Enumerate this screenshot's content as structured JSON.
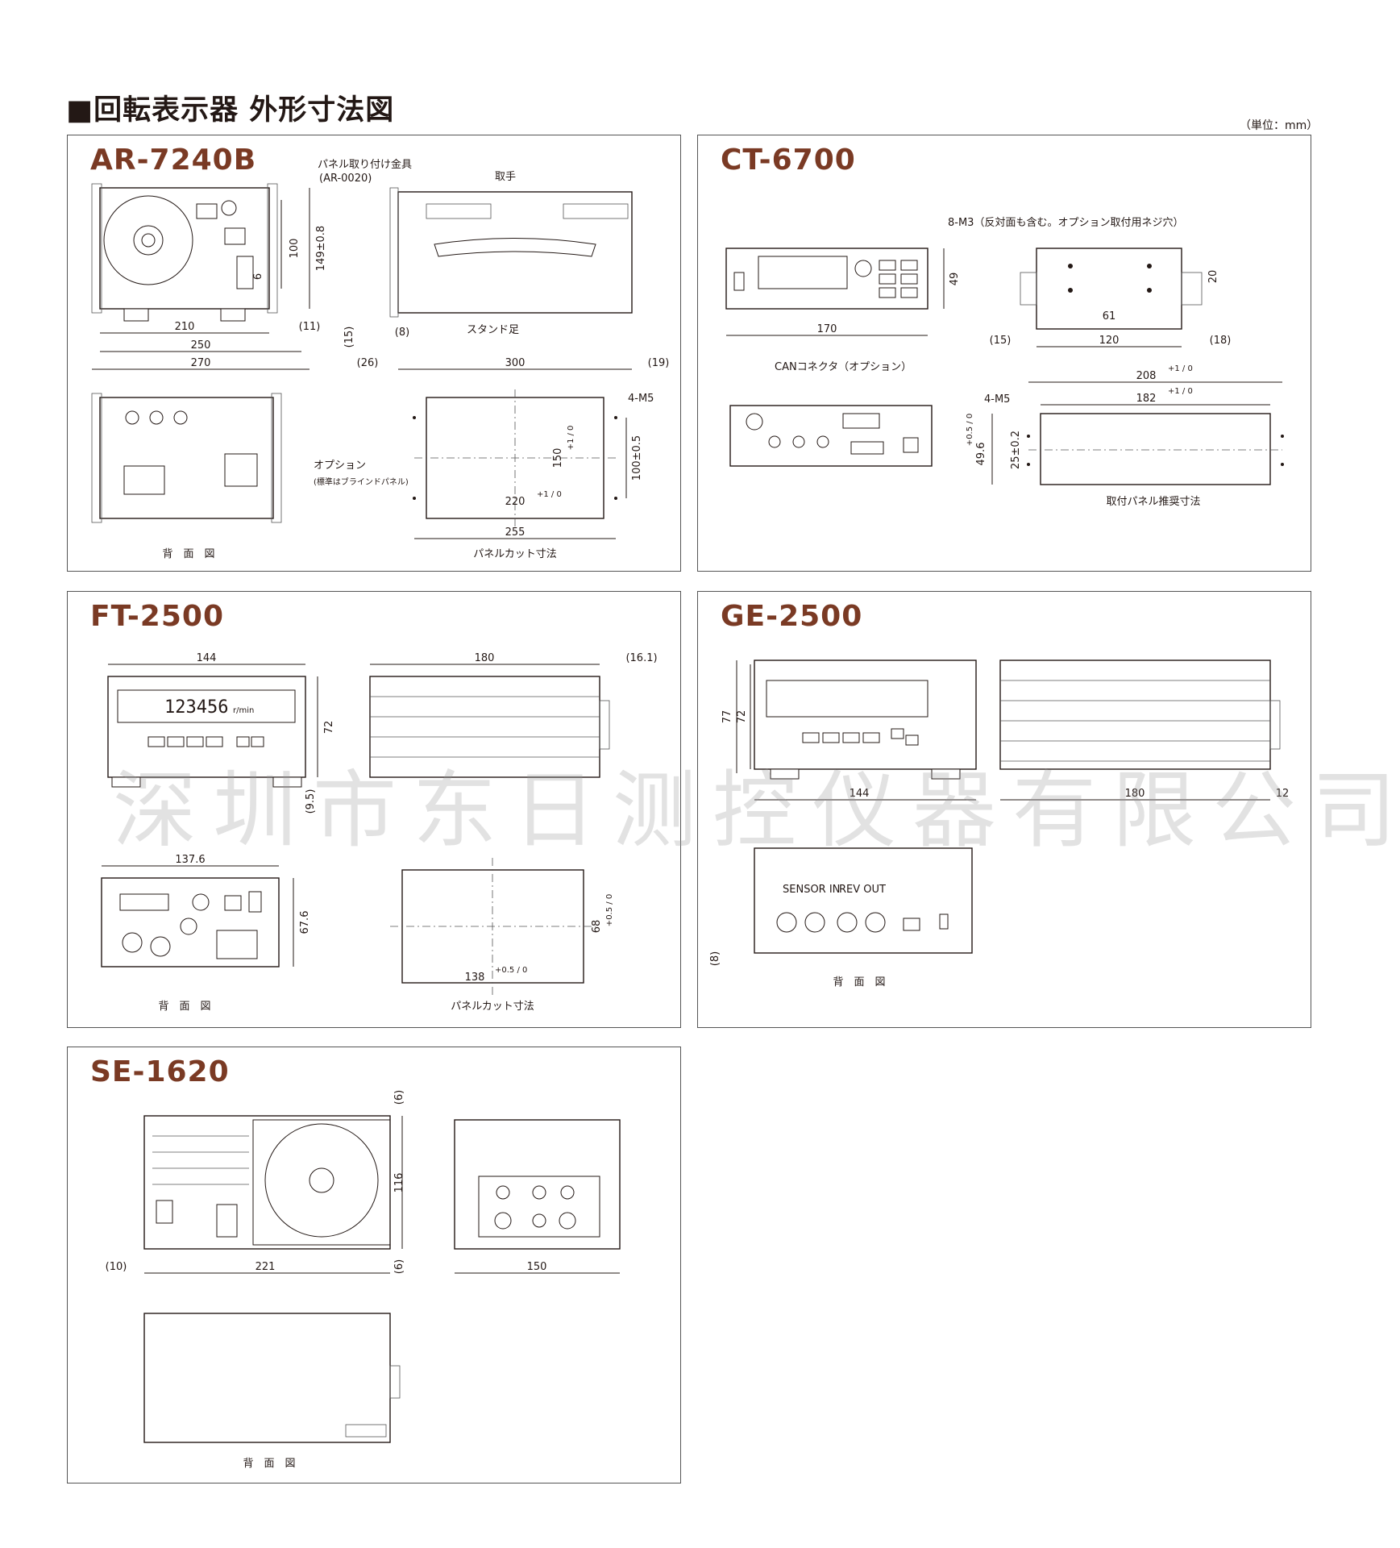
{
  "page": {
    "title": "■回転表示器 外形寸法図",
    "unit_note": "（単位：mm）",
    "watermark": "深圳市东日测控仪器有限公司"
  },
  "panels": {
    "ar7240b": {
      "title": "AR-7240B",
      "labels": {
        "bracket": "パネル取り付け金具",
        "bracket_code": "(AR-0020)",
        "handle": "取手",
        "stand": "スタンド足",
        "rear_view": "背　面　図",
        "option": "オプション",
        "option_note": "(標準はブラインドパネル)",
        "panel_cut": "パネルカット寸法",
        "holes": "4-M5"
      },
      "dims": {
        "w210": "210",
        "w11": "(11)",
        "w250": "250",
        "w270": "270",
        "h100": "100",
        "h149": "149±0.8",
        "h6": "6",
        "h15": "(15)",
        "d8": "(8)",
        "d26": "(26)",
        "d300": "300",
        "d19": "(19)",
        "cut_w255": "255",
        "cut_w220": "220",
        "cut_w220_tol": "+1 / 0",
        "cut_h150": "150",
        "cut_h150_tol": "+1 / 0",
        "cut_h100": "100±0.5"
      }
    },
    "ct6700": {
      "title": "CT-6700",
      "labels": {
        "holes_note": "8-M3（反対面も含む。オプション取付用ネジ穴）",
        "can": "CANコネクタ（オプション）",
        "holes": "4-M5",
        "panel_cut": "取付パネル推奨寸法"
      },
      "dims": {
        "w170": "170",
        "h49": "49",
        "d61": "61",
        "h20": "20",
        "d15": "(15)",
        "d120": "120",
        "d18": "(18)",
        "w208": "208",
        "w208_tol": "+1 / 0",
        "w182": "182",
        "w182_tol": "+1 / 0",
        "h25": "25±0.2",
        "h49_6": "49.6",
        "h49_6_tol": "+0.5 / 0"
      }
    },
    "ft2500": {
      "title": "FT-2500",
      "labels": {
        "display": "123456",
        "display_unit": "r/min",
        "rear_view": "背　面　図",
        "panel_cut": "パネルカット寸法"
      },
      "dims": {
        "w144": "144",
        "h72": "72",
        "d180": "180",
        "d16_1": "(16.1)",
        "h9_5": "(9.5)",
        "w137_6": "137.6",
        "h67_6": "67.6",
        "cut_h68": "68",
        "cut_h68_tol": "+0.5 / 0",
        "cut_w138": "138",
        "cut_w138_tol": "+0.5 / 0"
      }
    },
    "ge2500": {
      "title": "GE-2500",
      "labels": {
        "sensor_in": "SENSOR IN",
        "rev_out": "REV OUT",
        "rear_view": "背　面　図"
      },
      "dims": {
        "h77": "77",
        "h72": "72",
        "w144": "144",
        "d180": "180",
        "d12": "12",
        "h8": "(8)"
      }
    },
    "se1620": {
      "title": "SE-1620",
      "labels": {
        "rear_view": "背　面　図"
      },
      "dims": {
        "h6_top": "(6)",
        "h116": "116",
        "h6_bottom": "(6)",
        "w10": "(10)",
        "w221": "221",
        "d150": "150"
      }
    }
  }
}
